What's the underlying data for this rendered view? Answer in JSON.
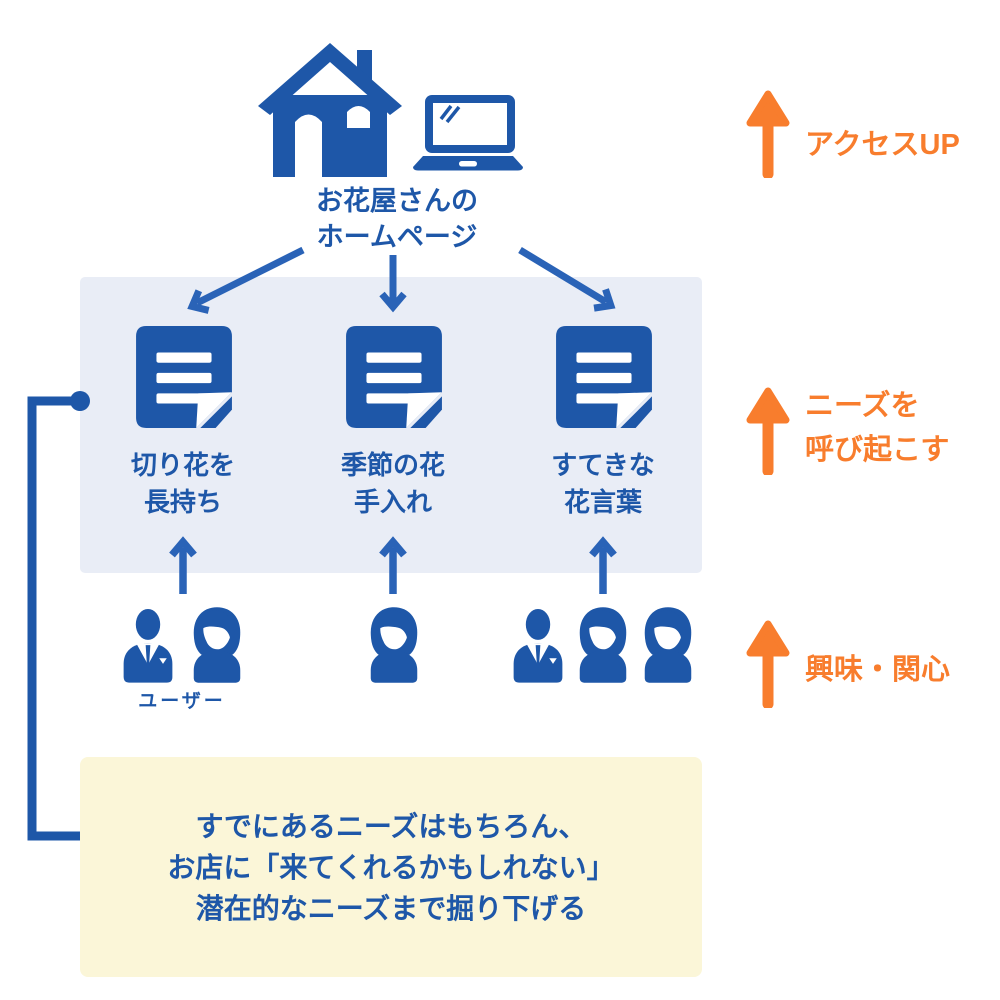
{
  "colors": {
    "primary_blue": "#1E57A8",
    "arrow_blue": "#2A63B7",
    "orange": "#F87D2D",
    "light_blue_bg": "#E9EDF6",
    "yellow_bg": "#FBF6D8"
  },
  "homepage": {
    "line1": "お花屋さんの",
    "line2": "ホームページ"
  },
  "side_labels": {
    "access_up": "アクセスUP",
    "needs_line1": "ニーズを",
    "needs_line2": "呼び起こす",
    "interest": "興味・関心"
  },
  "articles": [
    {
      "line1": "切り花を",
      "line2": "長持ち"
    },
    {
      "line1": "季節の花",
      "line2": "手入れ"
    },
    {
      "line1": "すてきな",
      "line2": "花言葉"
    }
  ],
  "users_label": "ユーザー",
  "note": {
    "line1": "すでにあるニーズはもちろん、",
    "line2": "お店に「来てくれるかもしれない」",
    "line3": "潜在的なニーズまで掘り下げる"
  },
  "icons": {
    "house-icon": "flower shop house",
    "laptop-icon": "laptop computer",
    "document-icon": "article page with folded corner",
    "user-male-icon": "man in suit",
    "user-female-icon": "woman",
    "up-arrow-icon": "orange upward arrow",
    "connector-line": "line linking articles panel to note box"
  }
}
